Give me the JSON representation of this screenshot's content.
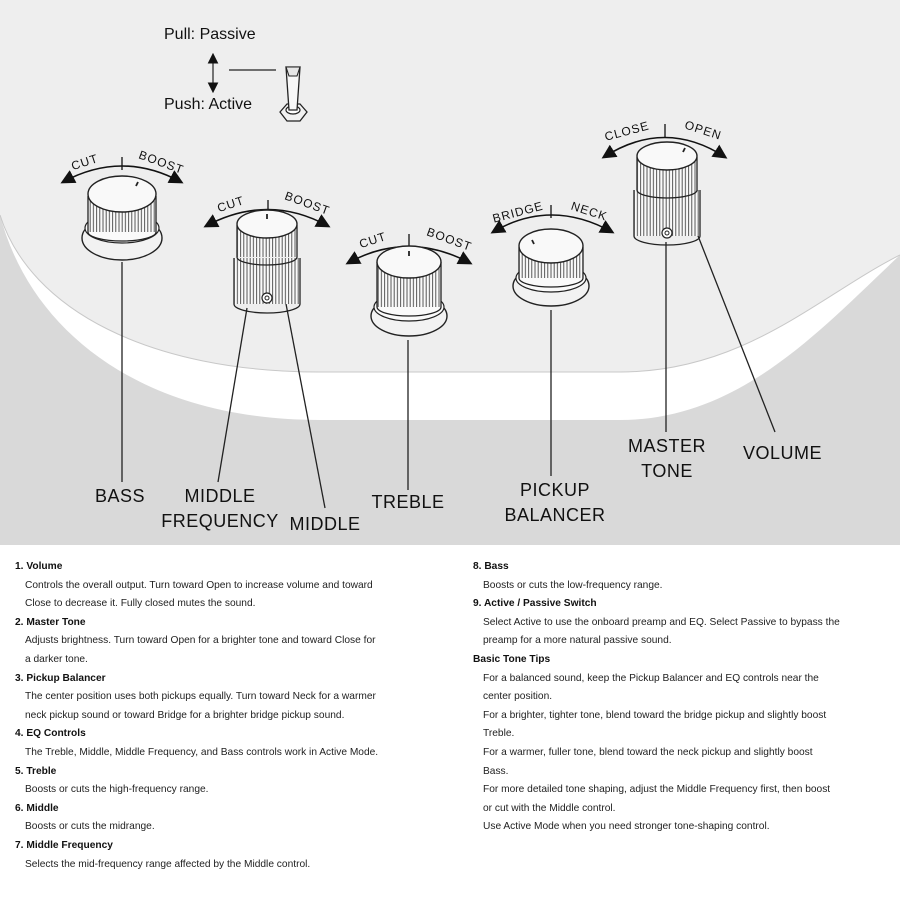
{
  "switch": {
    "pull_label": "Pull: Passive",
    "push_label": "Push: Active"
  },
  "knobs": {
    "bass": {
      "left_arc": "CUT",
      "right_arc": "BOOST"
    },
    "middle": {
      "left_arc": "CUT",
      "right_arc": "BOOST"
    },
    "treble": {
      "left_arc": "CUT",
      "right_arc": "BOOST"
    },
    "balancer": {
      "left_arc": "BRIDGE",
      "right_arc": "NECK"
    },
    "stack": {
      "left_arc": "CLOSE",
      "right_arc": "OPEN"
    }
  },
  "callouts": {
    "bass": "BASS",
    "middle_freq_1": "MIDDLE",
    "middle_freq_2": "FREQUENCY",
    "middle": "MIDDLE",
    "treble": "TREBLE",
    "pickup_1": "PICKUP",
    "pickup_2": "BALANCER",
    "master_1": "MASTER",
    "master_2": "TONE",
    "volume": "VOLUME"
  },
  "notes_left": [
    {
      "heading": "1. Volume",
      "lines": [
        "Controls the overall output. Turn toward Open to increase volume and toward",
        "Close to decrease it. Fully closed mutes the sound."
      ]
    },
    {
      "heading": "2. Master Tone",
      "lines": [
        "Adjusts brightness. Turn toward Open for a brighter tone and toward Close for",
        "a darker tone."
      ]
    },
    {
      "heading": "3. Pickup Balancer",
      "lines": [
        "The center position uses both pickups equally. Turn toward Neck for a warmer",
        "neck pickup sound or toward Bridge for a brighter bridge pickup sound."
      ]
    },
    {
      "heading": "4. EQ Controls",
      "lines": [
        "The Treble, Middle, Middle Frequency, and Bass controls work in Active Mode."
      ]
    },
    {
      "heading": "5. Treble",
      "lines": [
        "Boosts or cuts the high-frequency range."
      ]
    },
    {
      "heading": "6. Middle",
      "lines": [
        "Boosts or cuts the midrange."
      ]
    },
    {
      "heading": "7. Middle Frequency",
      "lines": [
        "Selects the mid-frequency range affected by the Middle control."
      ]
    }
  ],
  "notes_right": [
    {
      "heading": "8. Bass",
      "lines": [
        "Boosts or cuts the low-frequency range."
      ]
    },
    {
      "heading": "9. Active / Passive Switch",
      "lines": [
        "Select Active to use the onboard preamp and EQ. Select Passive to bypass the",
        "preamp for a more natural passive sound."
      ]
    },
    {
      "heading": "Basic Tone Tips",
      "lines": [
        "For a balanced sound, keep the Pickup Balancer and EQ controls near the",
        "center position.",
        "For a brighter, tighter tone, blend toward the bridge pickup and slightly boost",
        "Treble.",
        "For a warmer, fuller tone, blend toward the neck pickup and slightly boost",
        "Bass.",
        "For more detailed tone shaping, adjust the Middle Frequency first, then boost",
        "or cut with the Middle control.",
        "Use Active Mode when you need stronger tone-shaping control."
      ]
    }
  ]
}
